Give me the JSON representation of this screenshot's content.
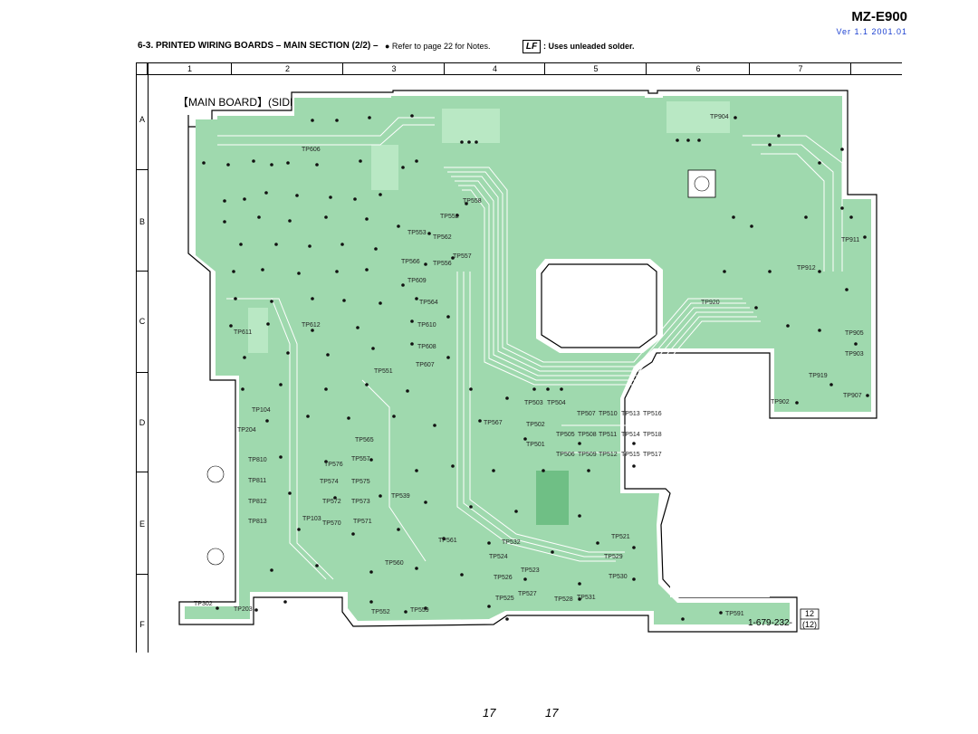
{
  "header": {
    "model": "MZ-E900",
    "version": "Ver 1.1  2001.01",
    "section_title": "6-3. PRINTED WIRING BOARDS – MAIN SECTION (2/2) –",
    "notes_ref": "● Refer to page 22 for Notes.",
    "solder_note": ": Uses unleaded solder.",
    "solder_icon": "LF"
  },
  "grid": {
    "columns": [
      "1",
      "2",
      "3",
      "4",
      "5",
      "6",
      "7"
    ],
    "rows": [
      "A",
      "B",
      "C",
      "D",
      "E",
      "F"
    ]
  },
  "board": {
    "title": "【MAIN BOARD】(SIDE B)",
    "part_number": "1-679-232-",
    "sheet_top": "12",
    "sheet_bottom": "(12)",
    "colors": {
      "board": "#9fd9ae",
      "copper": "#b9e8c4",
      "trace": "#ffffff",
      "pad": "#111111"
    }
  },
  "test_points": [
    "TP904",
    "TP606",
    "TP558",
    "TP552",
    "TP553",
    "TP562",
    "TP557",
    "TP566",
    "TP556",
    "TP609",
    "TP564",
    "TP911",
    "TP912",
    "TP920",
    "TP611",
    "TP612",
    "TP610",
    "TP608",
    "TP607",
    "TP551",
    "TP905",
    "TP903",
    "TP919",
    "TP907",
    "TP902",
    "TP503",
    "TP504",
    "TP104",
    "TP507",
    "TP510",
    "TP513",
    "TP516",
    "TP567",
    "TP502",
    "TP204",
    "TP505",
    "TP508",
    "TP511",
    "TP514",
    "TP518",
    "TP565",
    "TP501",
    "TP810",
    "TP576",
    "TP557",
    "TP506",
    "TP509",
    "TP512",
    "TP515",
    "TP517",
    "TP811",
    "TP574",
    "TP575",
    "TP812",
    "TP572",
    "TP573",
    "TP539",
    "TP813",
    "TP103",
    "TP570",
    "TP571",
    "TP521",
    "TP561",
    "TP532",
    "TP524",
    "TP529",
    "TP560",
    "TP523",
    "TP526",
    "TP530",
    "TP525",
    "TP527",
    "TP528",
    "TP531",
    "TP302",
    "TP203",
    "TP552",
    "TP559",
    "TP591"
  ],
  "footer": {
    "page_left": "17",
    "page_right": "17"
  }
}
